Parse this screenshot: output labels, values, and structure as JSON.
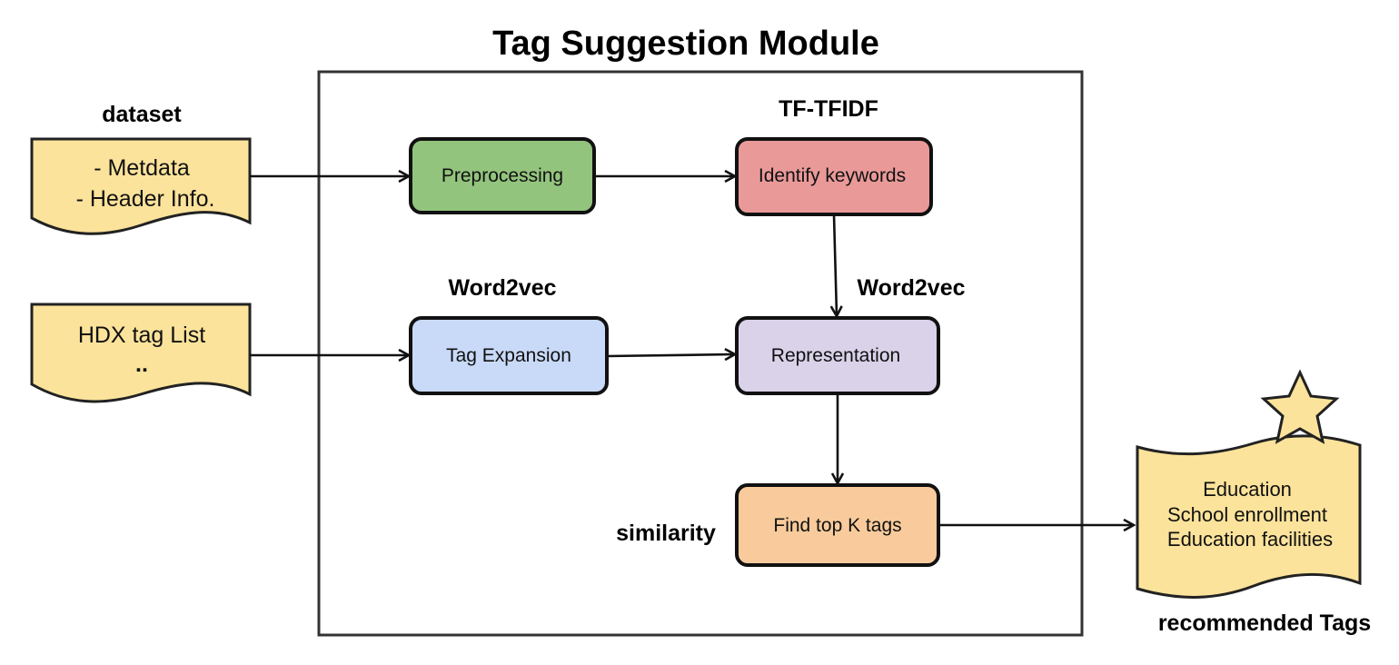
{
  "title": "Tag Suggestion Module",
  "inputs": {
    "dataset": {
      "label": "dataset",
      "lines": [
        "- Metdata",
        "- Header Info."
      ]
    },
    "hdx": {
      "lines": [
        "HDX tag List",
        ".."
      ]
    }
  },
  "nodes": {
    "preprocessing": {
      "label": "Preprocessing",
      "color": "#93c47d"
    },
    "identify": {
      "label": "Identify keywords",
      "color": "#ea9999"
    },
    "tag_expansion": {
      "label": "Tag Expansion",
      "color": "#c9daf8"
    },
    "representation": {
      "label": "Representation",
      "color": "#d9d2e9"
    },
    "find_top_k": {
      "label": "Find top K tags",
      "color": "#f9cb9c"
    }
  },
  "annotations": {
    "tf_tfidf": "TF-TFIDF",
    "word2vec_left": "Word2vec",
    "word2vec_right": "Word2vec",
    "similarity": "similarity"
  },
  "output": {
    "lines": [
      "Education",
      "School enrollment",
      "Education facilities"
    ],
    "label": "recommended Tags"
  },
  "icons": {
    "star": "star-icon"
  },
  "colors": {
    "document": "#fce39b",
    "star": "#fce39b"
  }
}
